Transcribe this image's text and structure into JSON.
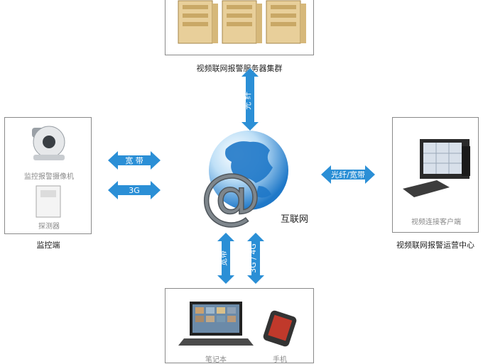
{
  "servers": {
    "label": "视频联网报警服务器集群"
  },
  "monitor": {
    "label": "监控端",
    "camera_label": "监控报警摄像机",
    "detector_label": "探测器"
  },
  "center": {
    "label": "视频联网报警运营中心",
    "client_label": "视频连接客户端"
  },
  "internet": {
    "label": "互联网",
    "at_symbol": "@"
  },
  "clients": {
    "laptop_label": "笔记本",
    "phone_label": "手机"
  },
  "links": {
    "fiber_top": "光 纤",
    "broadband_left": "宽 带",
    "threeg_left": "3G",
    "fiber_broadband_right": "光纤/宽带",
    "broadband_bottom": "宽带",
    "threeg_fourg_bottom": "3G / 4G"
  },
  "colors": {
    "arrow": "#2b8fd6",
    "arrow_light": "#5bb3ea",
    "globe": "#1f78c8"
  }
}
